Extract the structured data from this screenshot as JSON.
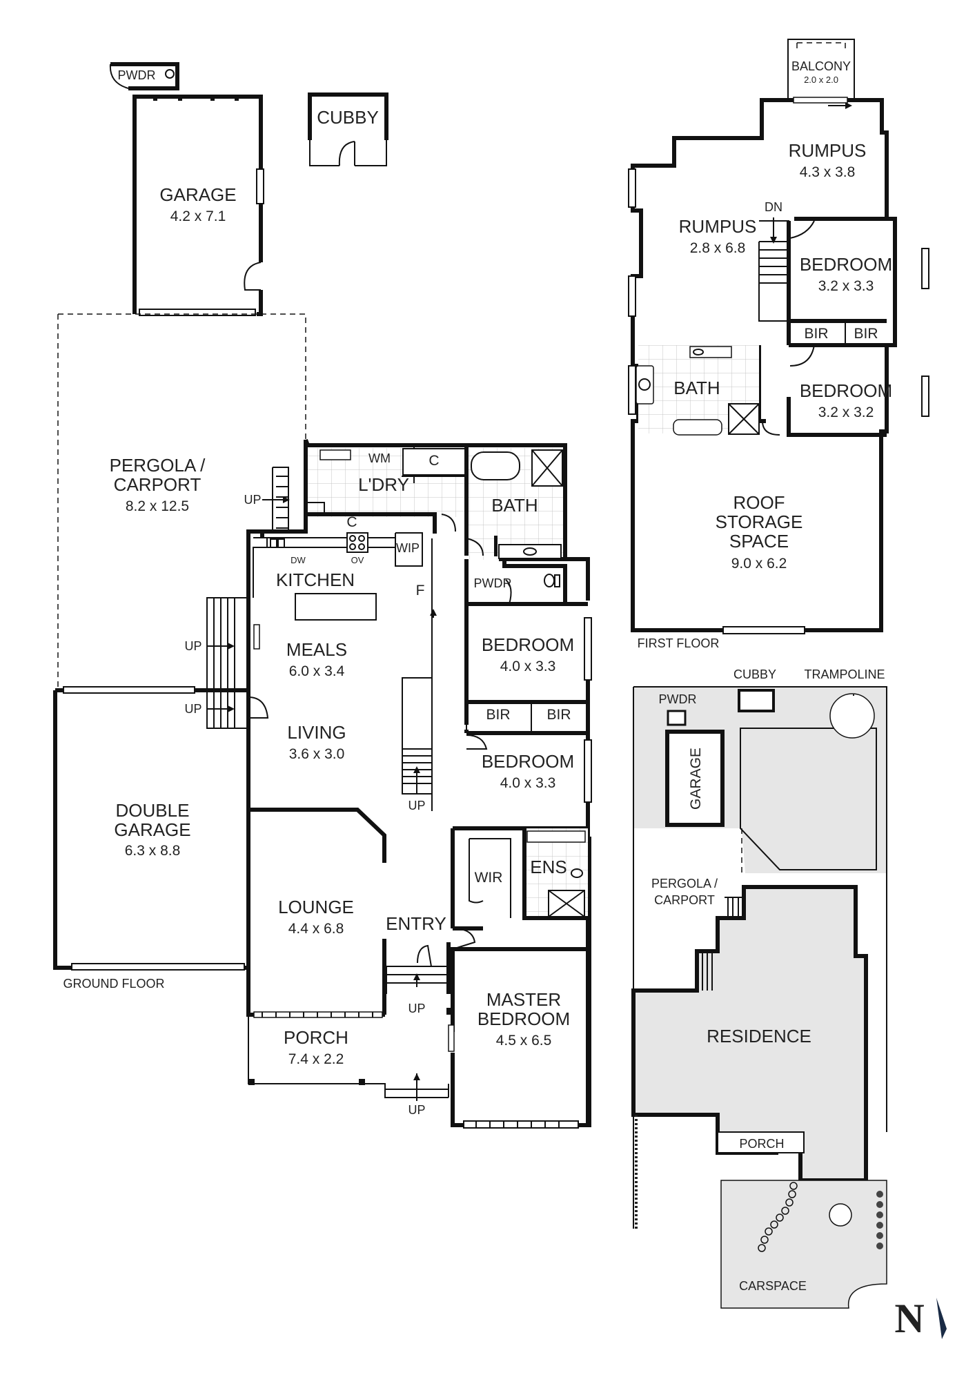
{
  "ground_floor": {
    "label": "GROUND FLOOR",
    "rooms": {
      "pwdr_detached": {
        "name": "PWDR"
      },
      "cubby": {
        "name": "CUBBY"
      },
      "garage": {
        "name": "GARAGE",
        "size": "4.2 x 7.1"
      },
      "pergola": {
        "name": "PERGOLA /",
        "name2": "CARPORT",
        "size": "8.2 x 12.5"
      },
      "laundry": {
        "name": "L'DRY",
        "wm": "WM",
        "c": "C"
      },
      "bath": {
        "name": "BATH"
      },
      "kitchen": {
        "name": "KITCHEN",
        "c": "C",
        "dw": "DW",
        "ov": "OV",
        "wip": "WIP",
        "f": "F"
      },
      "pwdr": {
        "name": "PWDR"
      },
      "meals": {
        "name": "MEALS",
        "size": "6.0 x 3.4"
      },
      "living": {
        "name": "LIVING",
        "size": "3.6 x 3.0"
      },
      "bedroom1": {
        "name": "BEDROOM",
        "size": "4.0 x 3.3"
      },
      "bedroom2": {
        "name": "BEDROOM",
        "size": "4.0 x 3.3"
      },
      "bir1": "BIR",
      "bir2": "BIR",
      "double_garage": {
        "name": "DOUBLE",
        "name2": "GARAGE",
        "size": "6.3 x 8.8"
      },
      "lounge": {
        "name": "LOUNGE",
        "size": "4.4 x 6.8"
      },
      "entry": {
        "name": "ENTRY"
      },
      "wir": {
        "name": "WIR"
      },
      "ens": {
        "name": "ENS"
      },
      "master": {
        "name": "MASTER",
        "name2": "BEDROOM",
        "size": "4.5 x 6.5"
      },
      "porch": {
        "name": "PORCH",
        "size": "7.4 x 2.2"
      }
    },
    "up": "UP"
  },
  "first_floor": {
    "label": "FIRST FLOOR",
    "rooms": {
      "balcony": {
        "name": "BALCONY",
        "size": "2.0 x 2.0"
      },
      "rumpus1": {
        "name": "RUMPUS",
        "size": "4.3 x 3.8"
      },
      "rumpus2": {
        "name": "RUMPUS",
        "size": "2.8 x 6.8"
      },
      "bedroom1": {
        "name": "BEDROOM",
        "size": "3.2 x 3.3"
      },
      "bedroom2": {
        "name": "BEDROOM",
        "size": "3.2 x 3.2"
      },
      "bir1": "BIR",
      "bir2": "BIR",
      "bath": {
        "name": "BATH"
      },
      "roof": {
        "name": "ROOF",
        "name2": "STORAGE",
        "name3": "SPACE",
        "size": "9.0 x 6.2"
      }
    },
    "dn": "DN"
  },
  "site_plan": {
    "cubby": "CUBBY",
    "trampoline": "TRAMPOLINE",
    "pwdr": "PWDR",
    "garage": "GARAGE",
    "pergola": "PERGOLA /",
    "pergola2": "CARPORT",
    "residence": "RESIDENCE",
    "porch": "PORCH",
    "carspace": "CARSPACE"
  },
  "compass": {
    "letter": "N"
  }
}
